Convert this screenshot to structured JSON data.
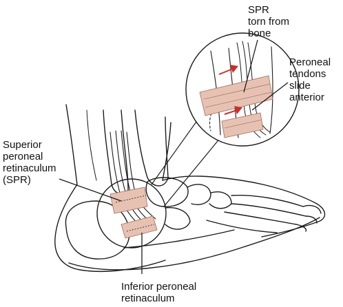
{
  "labels": {
    "spr_torn": [
      "SPR",
      "torn from",
      "bone"
    ],
    "peroneal_tendons": [
      "Peroneal",
      "tendons",
      "slide",
      "anterior"
    ],
    "superior_retinaculum": [
      "Superior",
      "peroneal",
      "retinaculum",
      "(SPR)"
    ],
    "inferior_retinaculum": [
      "Inferior peroneal",
      "retinaculum"
    ]
  },
  "colors": {
    "ink": "#1a1a1a",
    "retinaculum": "#e7c2b2",
    "retinaculum_stroke": "#9c6e5c",
    "arrow": "#c8302c"
  }
}
